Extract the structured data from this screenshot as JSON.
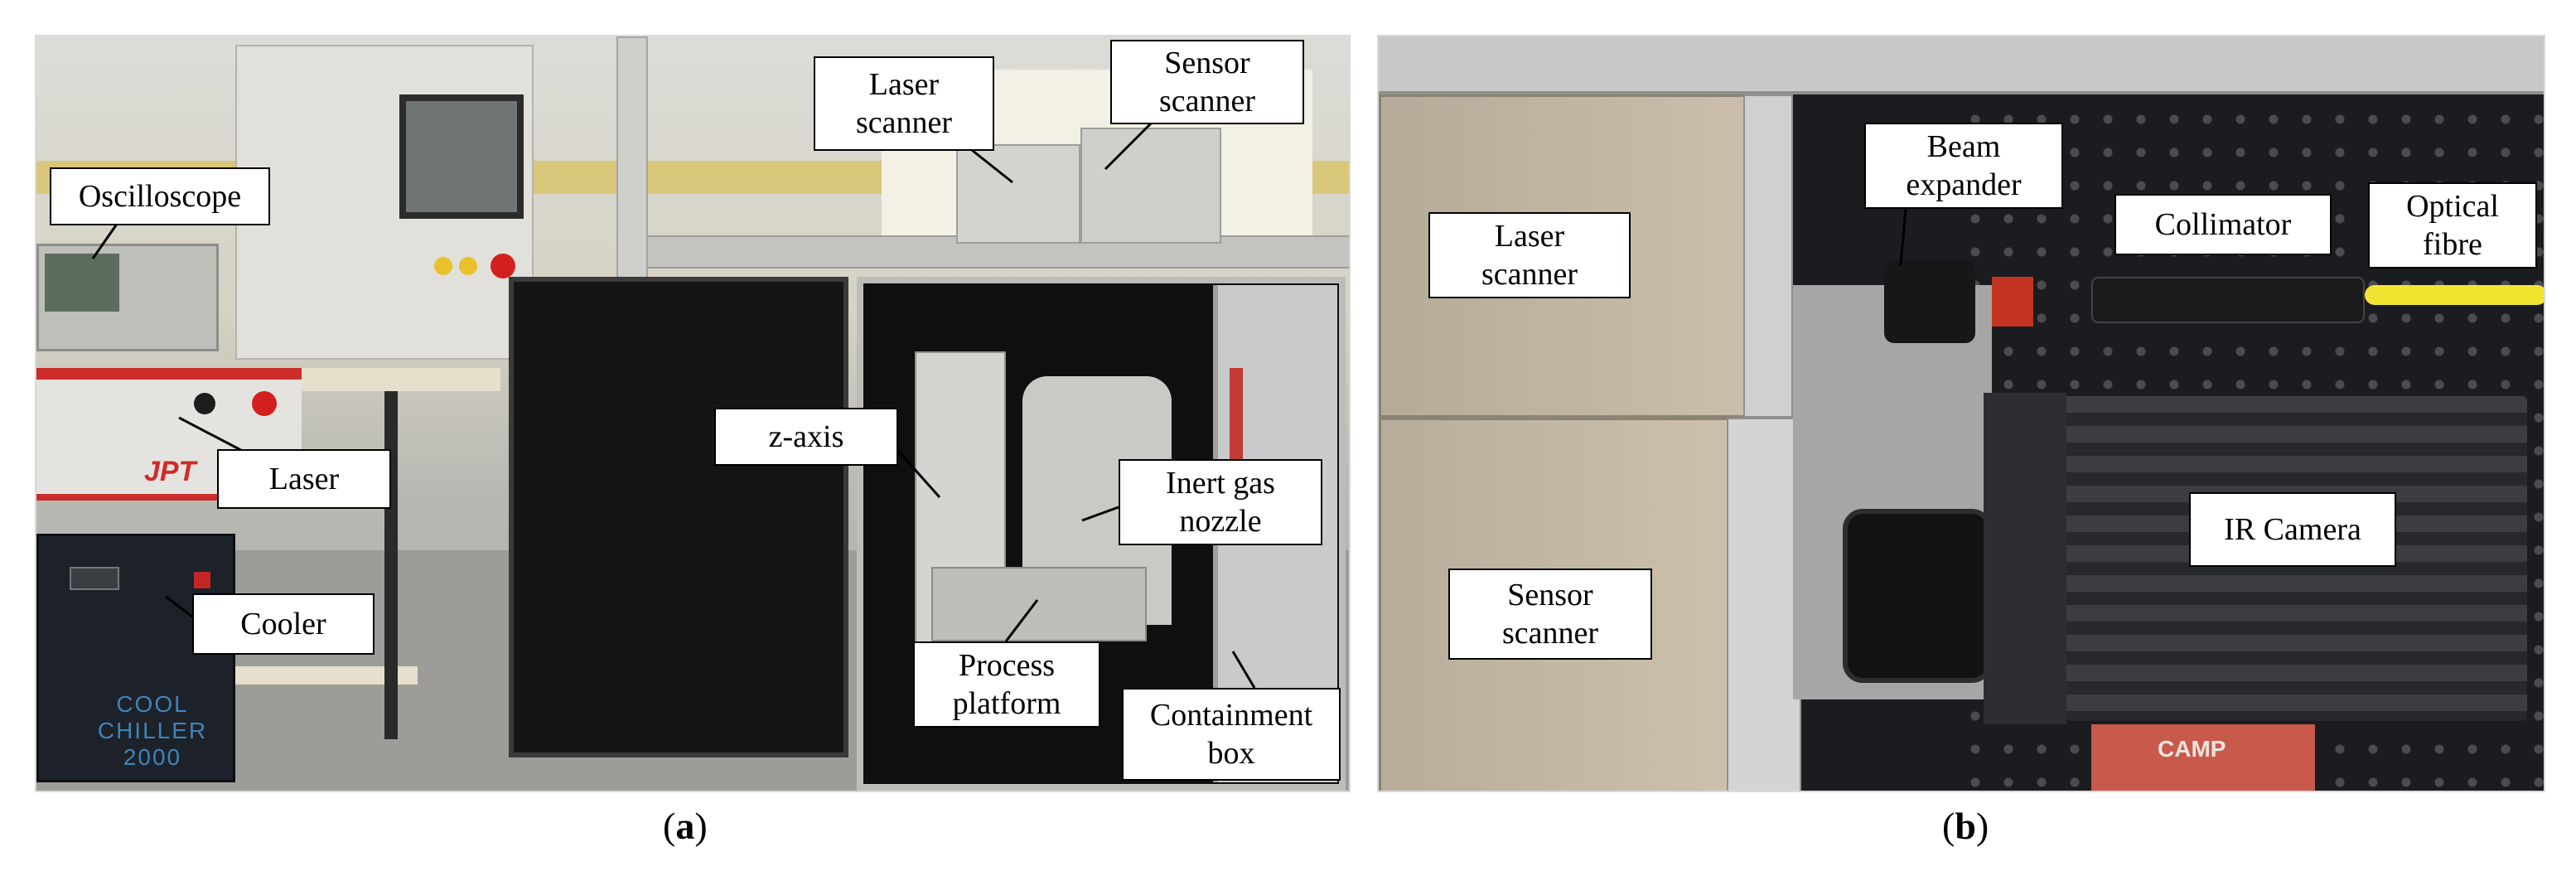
{
  "figure": {
    "panel_a": {
      "caption_letter": "a",
      "labels": {
        "laser_scanner": "Laser\nscanner",
        "sensor_scanner": "Sensor\nscanner",
        "oscilloscope": "Oscilloscope",
        "laser": "Laser",
        "cooler": "Cooler",
        "z_axis": "z-axis",
        "inert_gas_nozzle": "Inert gas\nnozzle",
        "process_platform": "Process\nplatform",
        "containment_box": "Containment\nbox"
      },
      "device_text": {
        "laser_brand": "JPT",
        "cooler_brand": "COOL\nCHILLER 2000"
      }
    },
    "panel_b": {
      "caption_letter": "b",
      "labels": {
        "laser_scanner": "Laser\nscanner",
        "beam_expander": "Beam\nexpander",
        "collimator": "Collimator",
        "optical_fibre": "Optical\nfibre",
        "sensor_scanner": "Sensor\nscanner",
        "ir_camera": "IR Camera"
      },
      "device_text": {
        "camera_brand": "CAMP"
      }
    }
  },
  "colors": {
    "label_border": "#000000",
    "label_fill": "#ffffff",
    "fibre": "#f3e431",
    "laser_red": "#d8342f",
    "door_black": "#151515"
  }
}
